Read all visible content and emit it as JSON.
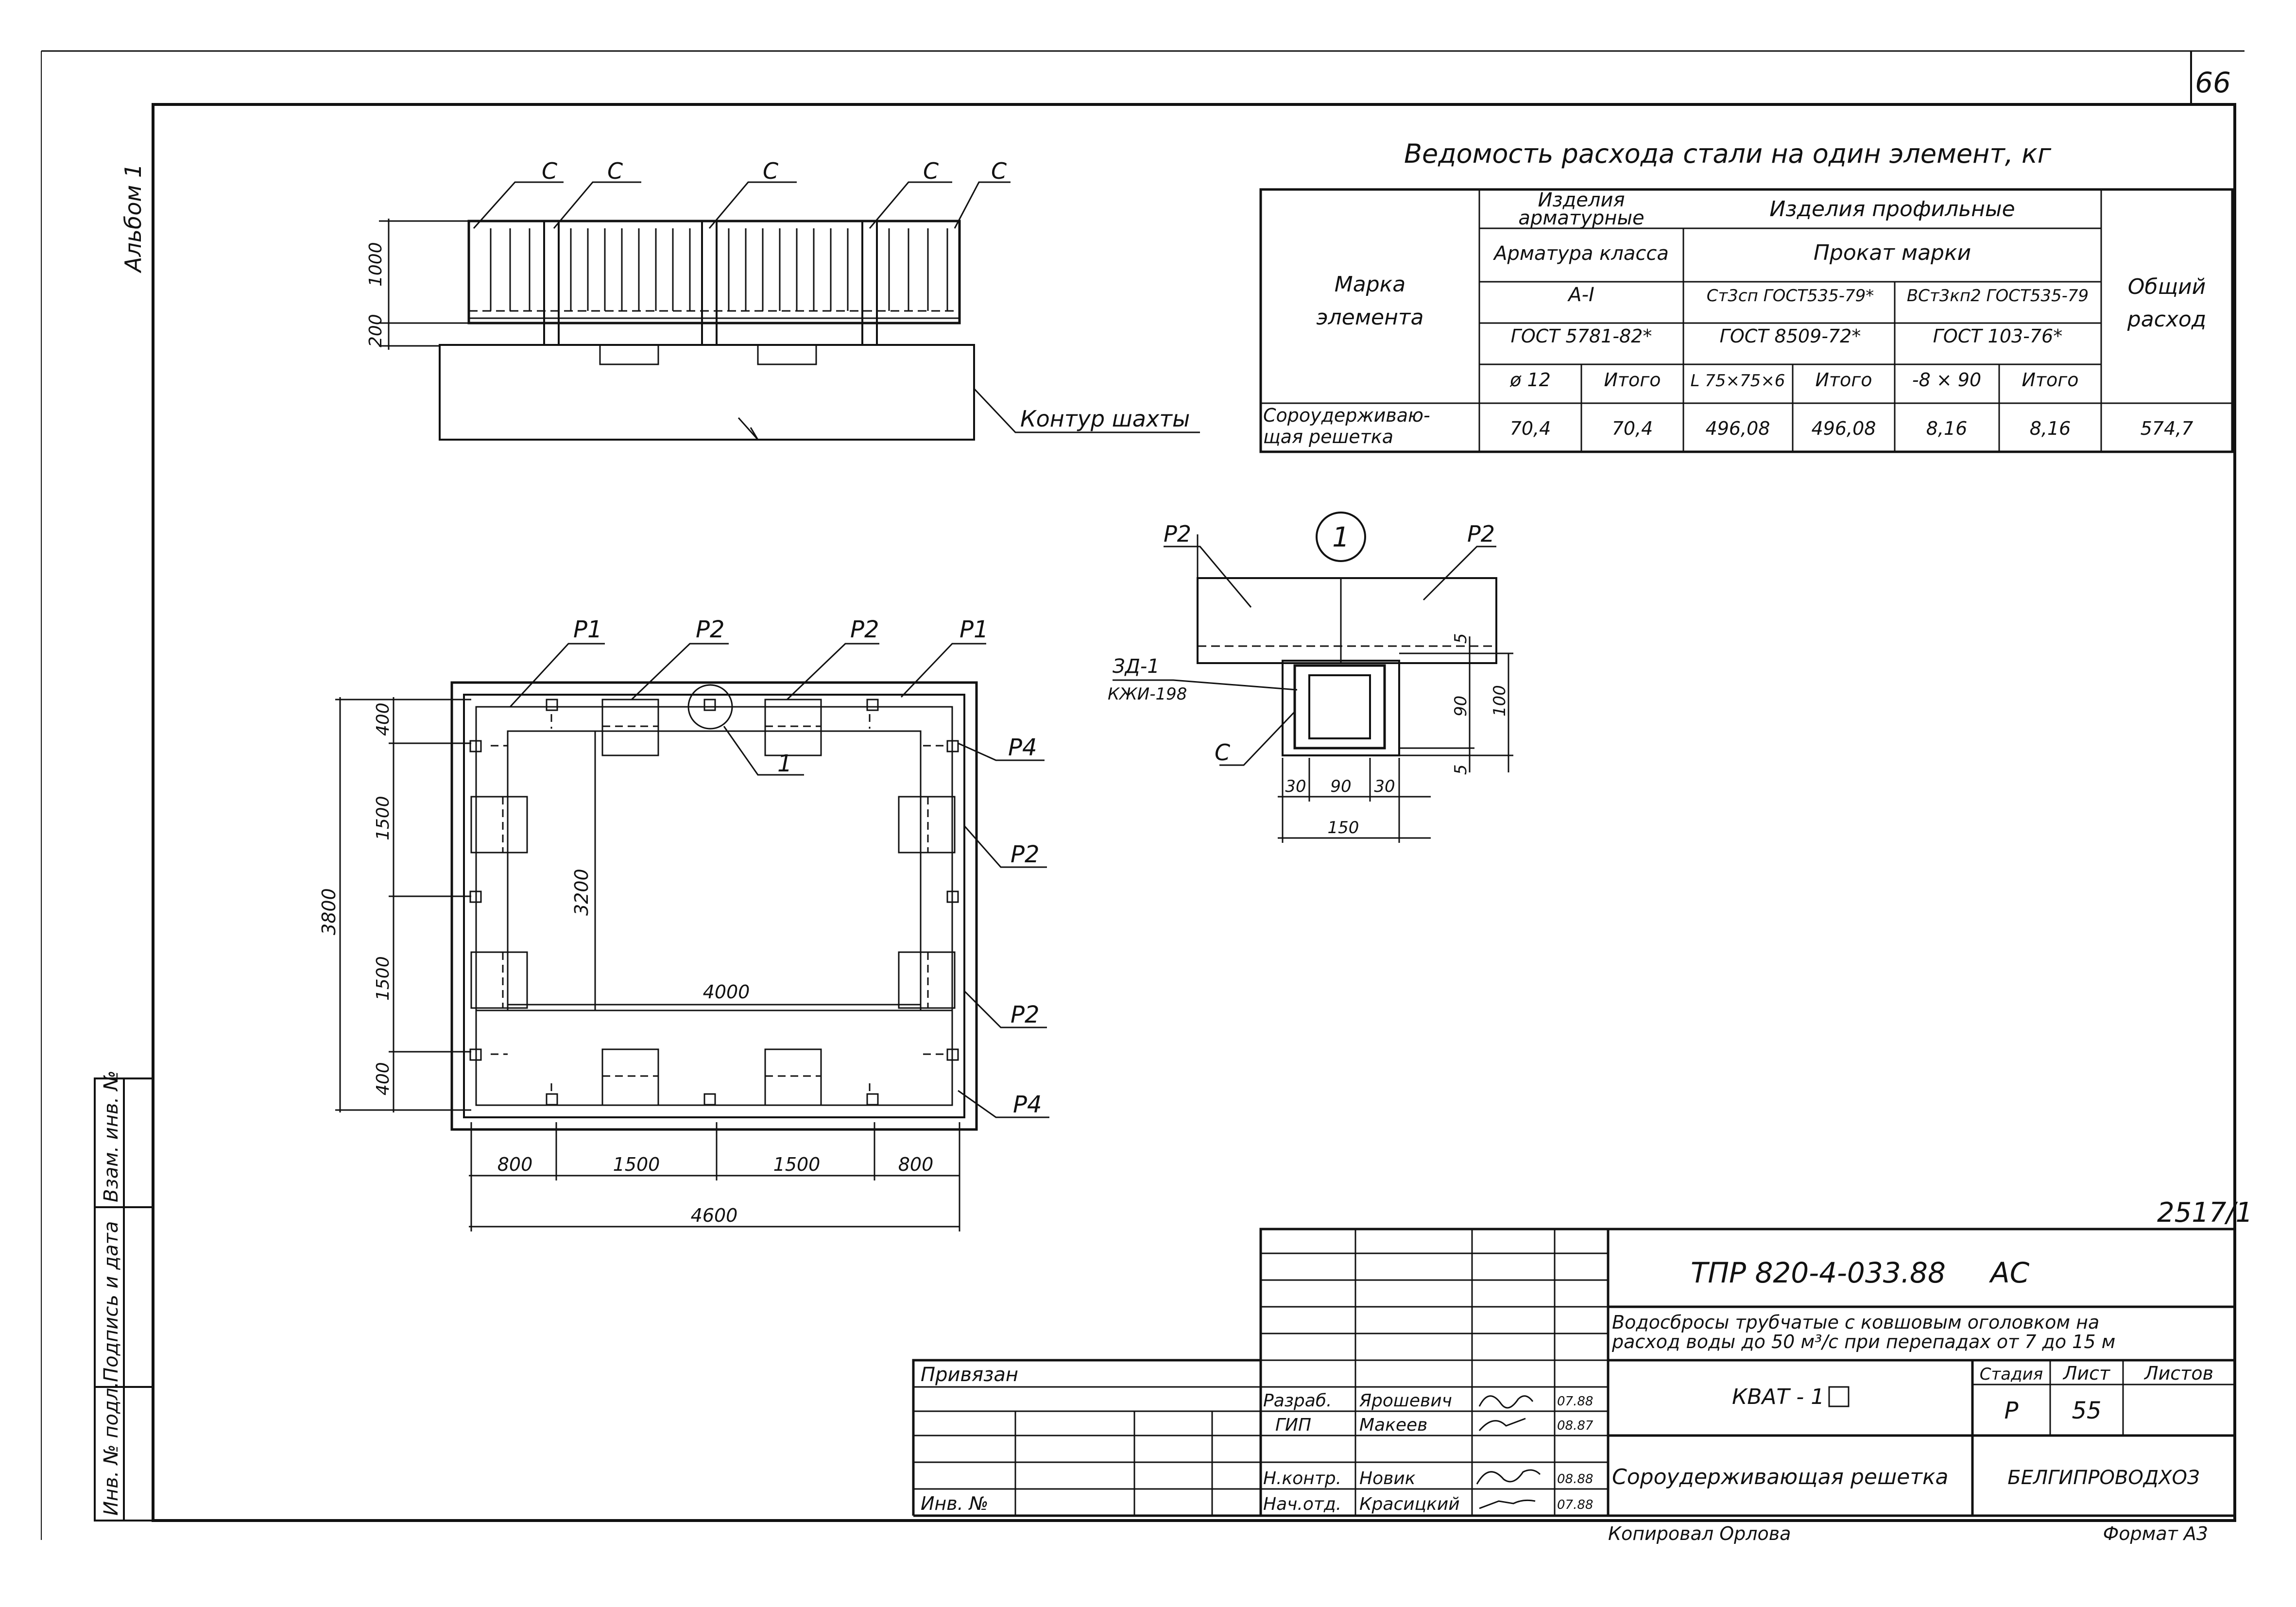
{
  "sheet_corner_number": "66",
  "album_label": "Альбом 1",
  "side_stamp": [
    "Инв. № подл.",
    "Подпись и дата",
    "Взам. инв. №"
  ],
  "elevation": {
    "callouts": [
      "C",
      "C",
      "C",
      "C",
      "C"
    ],
    "dim_top": "1000",
    "dim_bottom": "200",
    "shaft_label": "Контур шахты"
  },
  "steel_table": {
    "title": "Ведомость расхода стали на один элемент, кг",
    "h_mark": [
      "Марка",
      "элемента"
    ],
    "h_rebar_group": [
      "Изделия",
      "арматурные"
    ],
    "h_profile_group": "Изделия профильные",
    "h_rebar_class": "Арматура класса",
    "h_rolled": "Прокат марки",
    "h_total": [
      "Общий",
      "расход"
    ],
    "h_class_a1": "А-I",
    "h_steel_a": "Ст3сп ГОСТ535-79*",
    "h_steel_b": "ВСт3кп2 ГОСТ535-79",
    "h_gost_a": "ГОСТ 5781-82*",
    "h_gost_b": "ГОСТ 8509-72*",
    "h_gost_c": "ГОСТ 103-76*",
    "h_cols": [
      "ø 12",
      "Итого",
      "L 75×75×6",
      "Итого",
      "-8 × 90",
      "Итого"
    ],
    "row_name": [
      "Сороудерживаю-",
      "щая решетка"
    ],
    "row_values": [
      "70,4",
      "70,4",
      "496,08",
      "496,08",
      "8,16",
      "8,16",
      "574,7"
    ]
  },
  "plan": {
    "top_labels": [
      "P1",
      "P2",
      "P2",
      "P1"
    ],
    "right_labels": [
      "P4",
      "P2",
      "P2",
      "P4"
    ],
    "node_label": "1",
    "dims_left": [
      "400",
      "1500",
      "1500",
      "400"
    ],
    "dim_total_left": "3800",
    "dim_inner_vertical": "3200",
    "dim_inner_horizontal": "4000",
    "dims_bottom": [
      "800",
      "1500",
      "1500",
      "800"
    ],
    "dim_total_bottom": "4600"
  },
  "detail": {
    "node": "1",
    "labels": [
      "P2",
      "P2"
    ],
    "embed": [
      "ЗД-1",
      "КЖИ-198"
    ],
    "c_label": "C",
    "dims_right": [
      "5",
      "90",
      "5"
    ],
    "dim_right_total": "100",
    "dims_bottom": [
      "30",
      "90",
      "30"
    ],
    "dim_bottom_total": "150"
  },
  "title_block": {
    "sheet_ref": "2517/1",
    "code": "ТПР 820-4-033.88     АС",
    "description_1": "Водосбросы трубчатые с ковшовым оголовком на",
    "description_2": "расход воды до 50 м³/с  при перепадах от 7 до 15 м",
    "privyazan": "Привязан",
    "inv_label": "Инв. №",
    "roles": [
      "Разраб.",
      "ГИП",
      "Н.контр.",
      "Нач.отд."
    ],
    "names": [
      "Ярошевич",
      "Макеев",
      "Новик",
      "Красицкий"
    ],
    "dates": [
      "07.88",
      "08.87",
      "08.88",
      "07.88"
    ],
    "brand": "КВАТ - 1",
    "stage_header": "Стадия",
    "sheet_header": "Лист",
    "sheets_header": "Листов",
    "stage_value": "Р",
    "sheet_value": "55",
    "drawing_name": "Сороудерживающая решетка",
    "organization": "БЕЛГИПРОВОДХОЗ",
    "copied_by": "Копировал Орлова",
    "format": "Формат А3"
  }
}
